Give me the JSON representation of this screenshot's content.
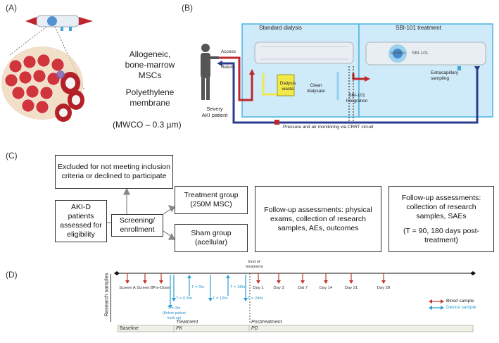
{
  "panel_labels": {
    "a": "(A)",
    "b": "(B)",
    "c": "(C)",
    "d": "(D)"
  },
  "panel_a": {
    "cells_label_line1": "Allogeneic,",
    "cells_label_line2": "bone-marrow",
    "cells_label_line3": "MSCs",
    "membrane_label_line1": "Polyethylene",
    "membrane_label_line2": "membrane",
    "mwco_label": "(MWCO – 0.3 µm)"
  },
  "panel_b": {
    "standard_dialysis": "Standard dialysis",
    "sbi_treatment": "SBI-101 treatment",
    "access": "Access",
    "return": "Return",
    "patient_line1": "Severy",
    "patient_line2": "AKI patient",
    "dialysis_waste_line1": "Dialysis",
    "dialysis_waste_line2": "waste",
    "clean_line1": "Clean",
    "clean_line2": "dialysate",
    "integration_line1": "SBI-101",
    "integration_line2": "Integration",
    "device_label": "SBI-101",
    "sentien": "sentien",
    "extracap_line1": "Extracapillary",
    "extracap_line2": "sampling",
    "pressure_note": "Pressure and air monitoring via CRRT circuit",
    "colors": {
      "panel_bg": "#cfeaf8",
      "panel_border": "#4bb3e3",
      "access_line": "#c0262d",
      "return_line": "#2a3d8f",
      "waste": "#f3e84a"
    }
  },
  "panel_c": {
    "excluded": "Excluded for not meeting inclusion criteria or declined to participate",
    "patients": "AKI-D patients assessed for eligibility",
    "screening": "Screening/ enrollment",
    "treatment_line1": "Treatment group",
    "treatment_line2": "(250M MSC)",
    "sham_line1": "Sham group",
    "sham_line2": "(acellular)",
    "followup1": "Follow-up assessments: physical exams, collection of research samples, AEs, outcomes",
    "followup2_line1": "Follow-up assessments: collection of research samples, SAEs",
    "followup2_line2": "(T = 90, 180 days post-treatment)"
  },
  "panel_d": {
    "y_axis_label": "Research samples",
    "end_of_treatment_line1": "End of",
    "end_of_treatment_line2": "treatment",
    "timepoints_blood": [
      {
        "label": "Screen A"
      },
      {
        "label": "Screen B"
      },
      {
        "label": "Pre-Dose"
      },
      {
        "label": "Day 1"
      },
      {
        "label": "Day 3"
      },
      {
        "label": "Dat 7"
      },
      {
        "label": "Day 14"
      },
      {
        "label": "Day 21"
      },
      {
        "label": "Day 28"
      }
    ],
    "timepoints_device_above": [
      {
        "label": "T = 6hr"
      },
      {
        "label": "T = 18hr"
      }
    ],
    "timepoints_device_below": [
      {
        "label": "T = 0.5hr"
      },
      {
        "label": "T = 12hr"
      },
      {
        "label": "T = 24hr"
      }
    ],
    "t0_line1": "T = 0hr",
    "t0_line2": "(Before patient",
    "t0_line3": "hook up)",
    "legend_blood": "Blood sample",
    "legend_device": "Device sample",
    "phase_baseline": "Baseline",
    "phase_treatment": "Treatment",
    "phase_pk": "PK",
    "phase_posttreatment": "Posttreatment",
    "phase_pd": "PD",
    "colors": {
      "blood": "#c0392b",
      "device": "#2a9fd6"
    }
  }
}
